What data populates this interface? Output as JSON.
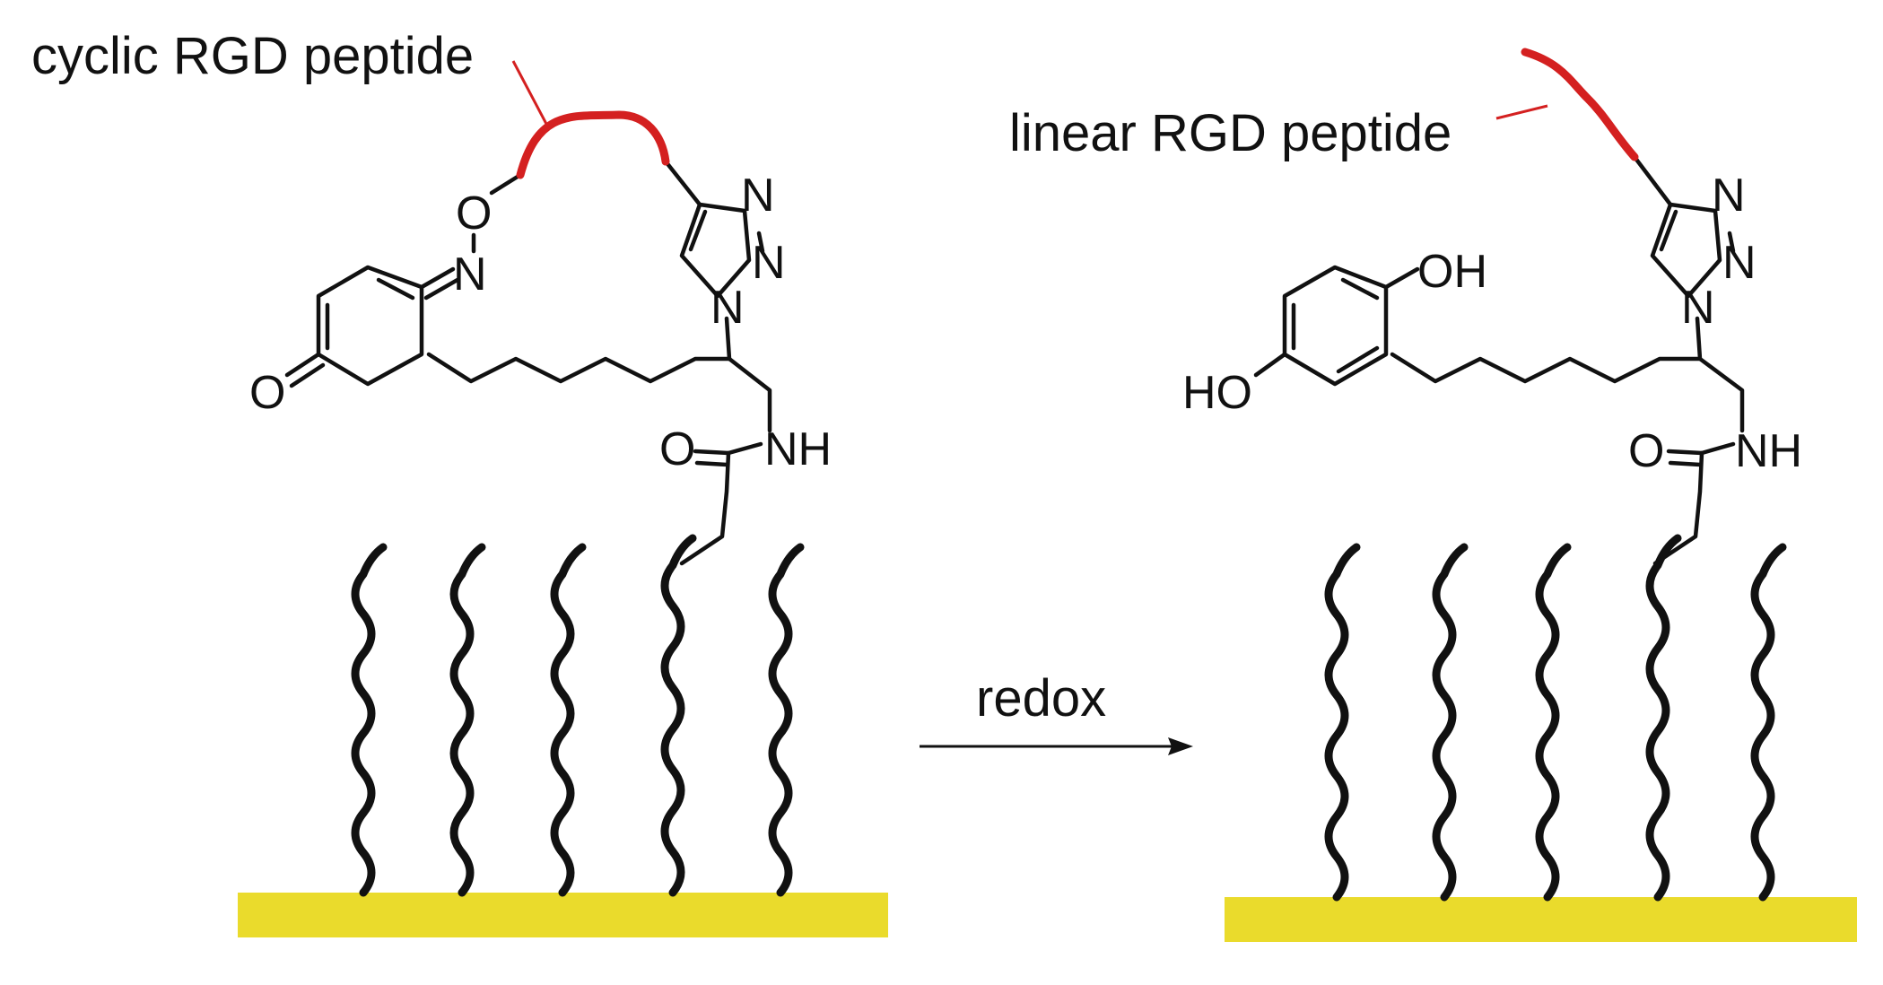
{
  "labels": {
    "cyclic_peptide": "cyclic RGD peptide",
    "linear_peptide": "linear RGD peptide",
    "arrow": "redox"
  },
  "atoms": {
    "oxygen": "O",
    "nitrogen": "N",
    "amide_nh": "NH",
    "hydroxyl": "OH",
    "hydroxyl_left": "HO"
  },
  "colors": {
    "peptide": "#d42020",
    "substrate": "#eadb2c",
    "bond": "#111111"
  },
  "chains": {
    "left": [
      405,
      515,
      627,
      750,
      870
    ],
    "right": [
      1490,
      1610,
      1725,
      1848,
      1965
    ]
  }
}
